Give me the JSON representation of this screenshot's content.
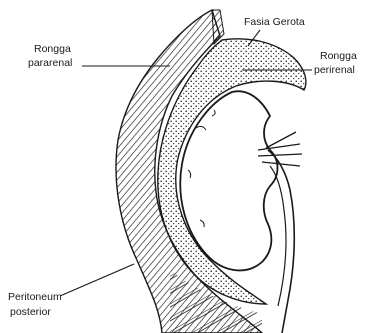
{
  "labels": {
    "fascia_gerota": "Fasia Gerota",
    "pararenal_line1": "Rongga",
    "pararenal_line2": "pararenal",
    "perirenal_line1": "Rongga",
    "perirenal_line2": "perirenal",
    "peritoneum_line1": "Peritoneum",
    "peritoneum_line2": "posterior"
  },
  "colors": {
    "ink": "#1a1a1a",
    "background": "#ffffff"
  }
}
